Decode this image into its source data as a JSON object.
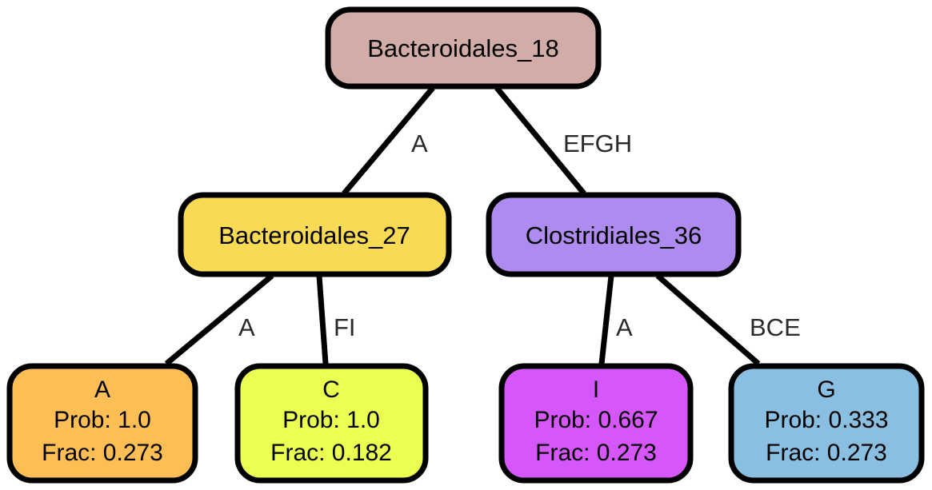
{
  "nodes": [
    {
      "id": "root",
      "name": "Bacteroidales_18",
      "fill": "#d2ada7"
    },
    {
      "id": "n27",
      "name": "Bacteroidales_27",
      "fill": "#f8da55"
    },
    {
      "id": "n36",
      "name": "Clostridiales_36",
      "fill": "#ae8bee"
    },
    {
      "id": "leafA",
      "name": "A",
      "prob": "Prob: 1.0",
      "frac": "Frac: 0.273",
      "fill": "#fdbf55"
    },
    {
      "id": "leafC",
      "name": "C",
      "prob": "Prob: 1.0",
      "frac": "Frac: 0.182",
      "fill": "#ebff52"
    },
    {
      "id": "leafI",
      "name": "I",
      "prob": "Prob: 0.667",
      "frac": "Frac: 0.273",
      "fill": "#d557f9"
    },
    {
      "id": "leafG",
      "name": "G",
      "prob": "Prob: 0.333",
      "frac": "Frac: 0.273",
      "fill": "#8bbfe1"
    }
  ],
  "edges": [
    {
      "from": "root",
      "to": "n27",
      "label": "A"
    },
    {
      "from": "root",
      "to": "n36",
      "label": "EFGH"
    },
    {
      "from": "n27",
      "to": "leafA",
      "label": "A"
    },
    {
      "from": "n27",
      "to": "leafC",
      "label": "FI"
    },
    {
      "from": "n36",
      "to": "leafI",
      "label": "A"
    },
    {
      "from": "n36",
      "to": "leafG",
      "label": "BCE"
    }
  ]
}
